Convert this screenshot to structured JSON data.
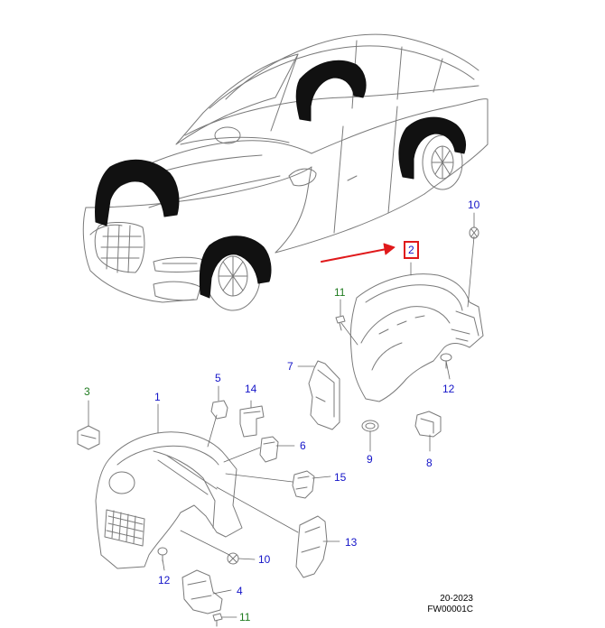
{
  "colors": {
    "callout_blue": "#1414c8",
    "callout_green": "#1e7a1e",
    "highlight_red": "#e0191b",
    "line_gray": "#7a7a7a",
    "liner_black": "#111111"
  },
  "callouts": [
    {
      "id": "c1",
      "text": "1",
      "color": "blue"
    },
    {
      "id": "c2",
      "text": "2",
      "color": "blue",
      "selected": true
    },
    {
      "id": "c3",
      "text": "3",
      "color": "green"
    },
    {
      "id": "c4",
      "text": "4",
      "color": "blue"
    },
    {
      "id": "c5",
      "text": "5",
      "color": "blue"
    },
    {
      "id": "c6",
      "text": "6",
      "color": "blue"
    },
    {
      "id": "c7",
      "text": "7",
      "color": "blue"
    },
    {
      "id": "c8",
      "text": "8",
      "color": "blue"
    },
    {
      "id": "c9",
      "text": "9",
      "color": "blue"
    },
    {
      "id": "c10a",
      "text": "10",
      "color": "blue"
    },
    {
      "id": "c10b",
      "text": "10",
      "color": "blue"
    },
    {
      "id": "c11a",
      "text": "11",
      "color": "green"
    },
    {
      "id": "c11b",
      "text": "11",
      "color": "green"
    },
    {
      "id": "c12a",
      "text": "12",
      "color": "blue"
    },
    {
      "id": "c12b",
      "text": "12",
      "color": "blue"
    },
    {
      "id": "c13",
      "text": "13",
      "color": "blue"
    },
    {
      "id": "c14",
      "text": "14",
      "color": "blue"
    },
    {
      "id": "c15",
      "text": "15",
      "color": "blue"
    }
  ],
  "reference": {
    "date": "20-2023",
    "code": "FW00001C"
  }
}
